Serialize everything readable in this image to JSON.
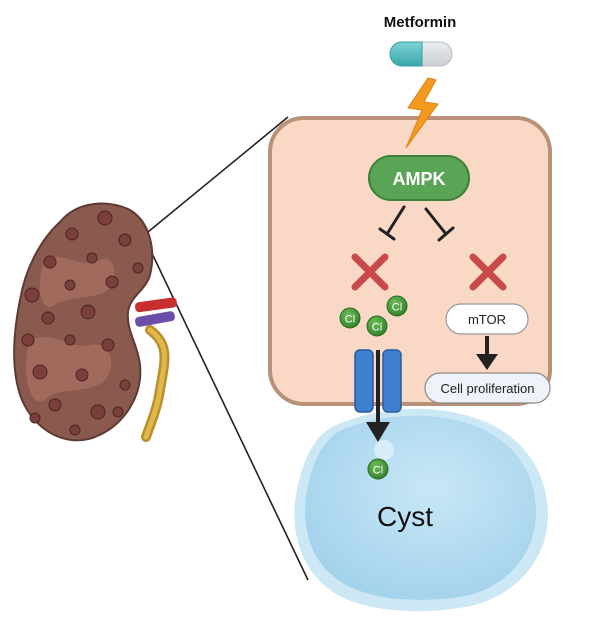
{
  "drug": {
    "label": "Metformin"
  },
  "kinase": {
    "label": "AMPK"
  },
  "ions": {
    "label": "Cl",
    "cyst_ion_label": "Cl"
  },
  "pathway": {
    "target_label": "mTOR",
    "outcome_label": "Cell proliferation"
  },
  "cyst": {
    "label": "Cyst"
  },
  "colors": {
    "cell_fill": "#f9d9c6",
    "cell_border": "#b99078",
    "ampk_fill": "#5aa555",
    "inhibit_x": "#c94a4a",
    "lightning": "#f39a1f",
    "cyst_fill": "#a9d6ee",
    "kidney": "#8a5a4e"
  }
}
